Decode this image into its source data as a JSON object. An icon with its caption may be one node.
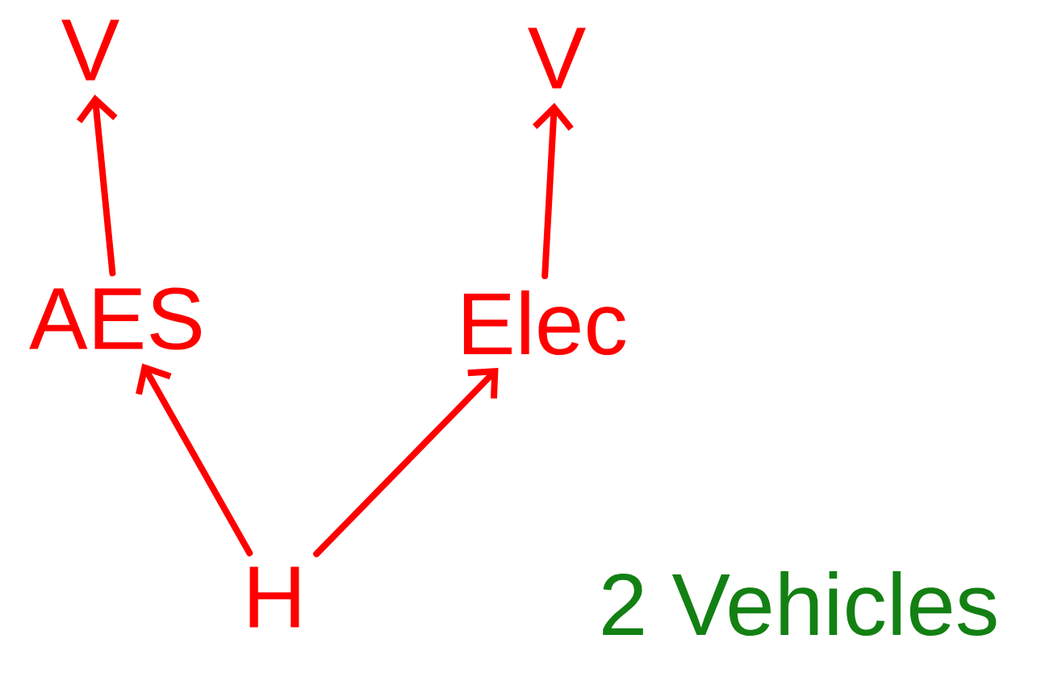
{
  "diagram": {
    "nodes": [
      {
        "text": [
          "V"
        ]
      },
      {
        "text": [
          "V"
        ]
      },
      {
        "text": [
          "AES"
        ]
      },
      {
        "text": [
          "Elec"
        ]
      },
      {
        "text": [
          "H"
        ]
      }
    ],
    "edges": [
      {
        "from": 2,
        "to": 0,
        "arrow": "to"
      },
      {
        "from": 3,
        "to": 1,
        "arrow": "to"
      },
      {
        "from": 4,
        "to": 2,
        "arrow": "to"
      },
      {
        "from": 4,
        "to": 3,
        "arrow": "to"
      }
    ],
    "labels": [
      "2 Vehicles"
    ]
  }
}
